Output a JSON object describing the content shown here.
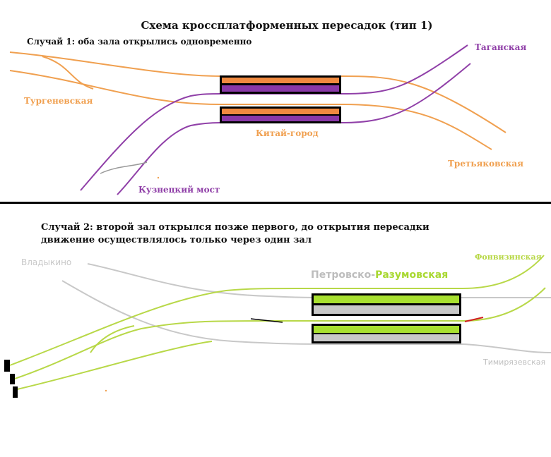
{
  "title": "Схема кроссплатформенных пересадок (тип 1)",
  "case1": {
    "caption": "Случай 1: оба зала открылись одновременно",
    "labels": {
      "turgenevskaya": "Тургеневская",
      "taganskaya": "Таганская",
      "kitay_gorod": "Китай-город",
      "tretyakovskaya": "Третьяковская",
      "kuznetsky_most": "Кузнецкий мост"
    }
  },
  "case2": {
    "caption_line1": "Случай 2: второй зал открылся позже первого, до открытия пересадки",
    "caption_line2": "движение осуществлялось только через один зал",
    "labels": {
      "vladykino": "Владыкино",
      "petrovsko": "Петровско-",
      "razumovskaya": "Разумовская",
      "fonvizinskaya": "Фонвизинская",
      "timiryazevskaya": "Тимирязевская"
    }
  },
  "colors": {
    "orange": "#f0a050",
    "purple": "#9040a8",
    "green": "#b8d848",
    "grey": "#c8c8c8",
    "platform_orange": "#f08a40",
    "platform_purple": "#8a38a8",
    "platform_green": "#a8e030",
    "platform_grey": "#c8c8c8",
    "petrovsko_text": "#bdbdbd"
  }
}
